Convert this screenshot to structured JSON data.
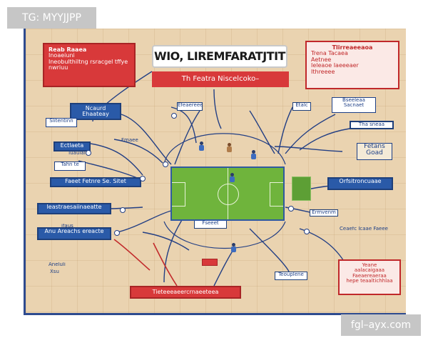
{
  "watermark_top": "TG: MYYJJPP",
  "watermark_bottom": "fgl–ayx.com",
  "diagram": {
    "title": "WIO, LIREMFARATJTIT",
    "subtitle": "Th Featra Niscelcoko–",
    "red_box_top_left": {
      "line1": "Reab  Raaea",
      "line2": "Inoaeiuni",
      "line3": "Ineobulthiltng rsracgel tffye",
      "line4": "nwriuu"
    },
    "red_box_top_right": {
      "line1": "Tlirreaeeaoa",
      "line2": "Trena     Tacaea",
      "line3": "Aetnee",
      "line4": "Ieleaoe   Iaeeeaer",
      "line5": "Ithreeee"
    },
    "label_blue_1": "Ncaurd Ehaateay",
    "label_white_1": "Slitentinn",
    "label_blue_2": "Ectlaeta",
    "label_white_2": "Tahn te",
    "label_plain_1": "Fmaee",
    "label_plain_2": "Tuaulalea",
    "label_blue_3": "Faeet Fetnre Se. Sitet",
    "label_blue_4": "Ieastraesaiinaeatte",
    "label_blue_5": "Anu  Areachs ereacte",
    "label_plain_3": "ifaus",
    "label_plain_4": "Aneluli",
    "label_plain_5": "Xsu",
    "label_white_3": "Bseeleaa Sacnaet",
    "label_blue_6": "Tha sneaa",
    "label_plain_6": "Fetans Goad",
    "label_blue_7": "Orfsitroncuaae",
    "label_blue_8": "Ermvenm",
    "label_blue_9": "Etalc",
    "label_blue_10": "Efeaereeel",
    "label_blue_11": "Fseeet",
    "label_blue_12": "Teouplene",
    "label_plain_7": "Ceaefc  Icaae Faeee",
    "red_box_bottom_right": {
      "line1": "Yeane",
      "line2": "aalacaigaaa",
      "line3": "Faeaereaeraa",
      "line4": "hepe teaaltichhlaa"
    },
    "red_bar_bottom": "Tieteeeaeercrnaeeteea"
  },
  "colors": {
    "accent_blue": "#2a5aa8",
    "accent_red": "#d8393a",
    "board": "#ead3b0",
    "pitch": "#6fb43c"
  }
}
